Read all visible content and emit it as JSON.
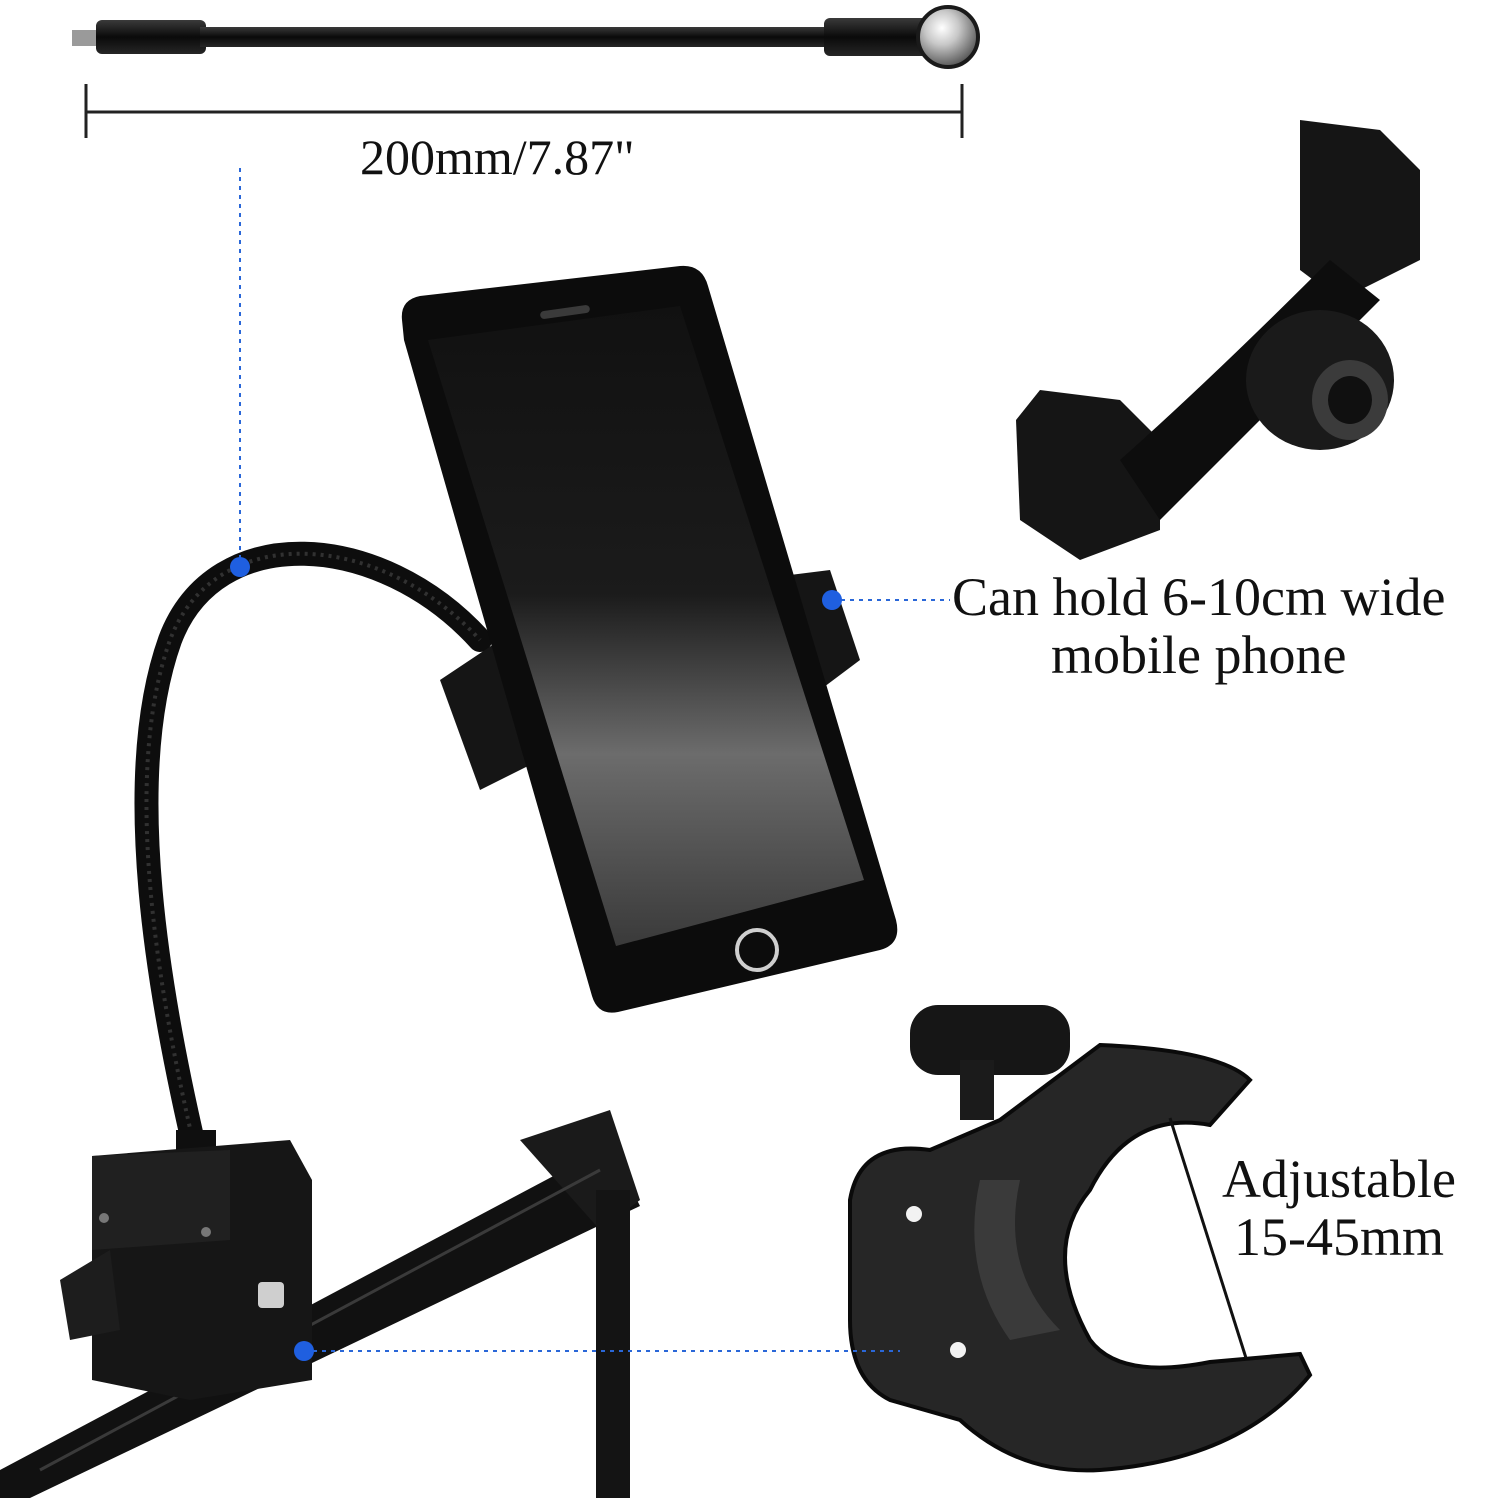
{
  "labels": {
    "gooseneck_length": "200mm/7.87\"",
    "phone_width_line1": "Can hold 6-10cm wide",
    "phone_width_line2": "mobile phone",
    "clamp_range_line1": "Adjustable",
    "clamp_range_line2": "15-45mm"
  },
  "colors": {
    "background": "#ffffff",
    "product_black": "#111111",
    "metal": "#bfbfbf",
    "callout_dot": "#1f5fe0",
    "callout_line": "#2a67d8",
    "text": "#111111"
  },
  "icons": {
    "gooseneck_arm": "gooseneck-arm-illustration",
    "phone": "smartphone-illustration",
    "phone_holder": "phone-holder-illustration",
    "bar_clamp": "bar-clamp-illustration"
  }
}
